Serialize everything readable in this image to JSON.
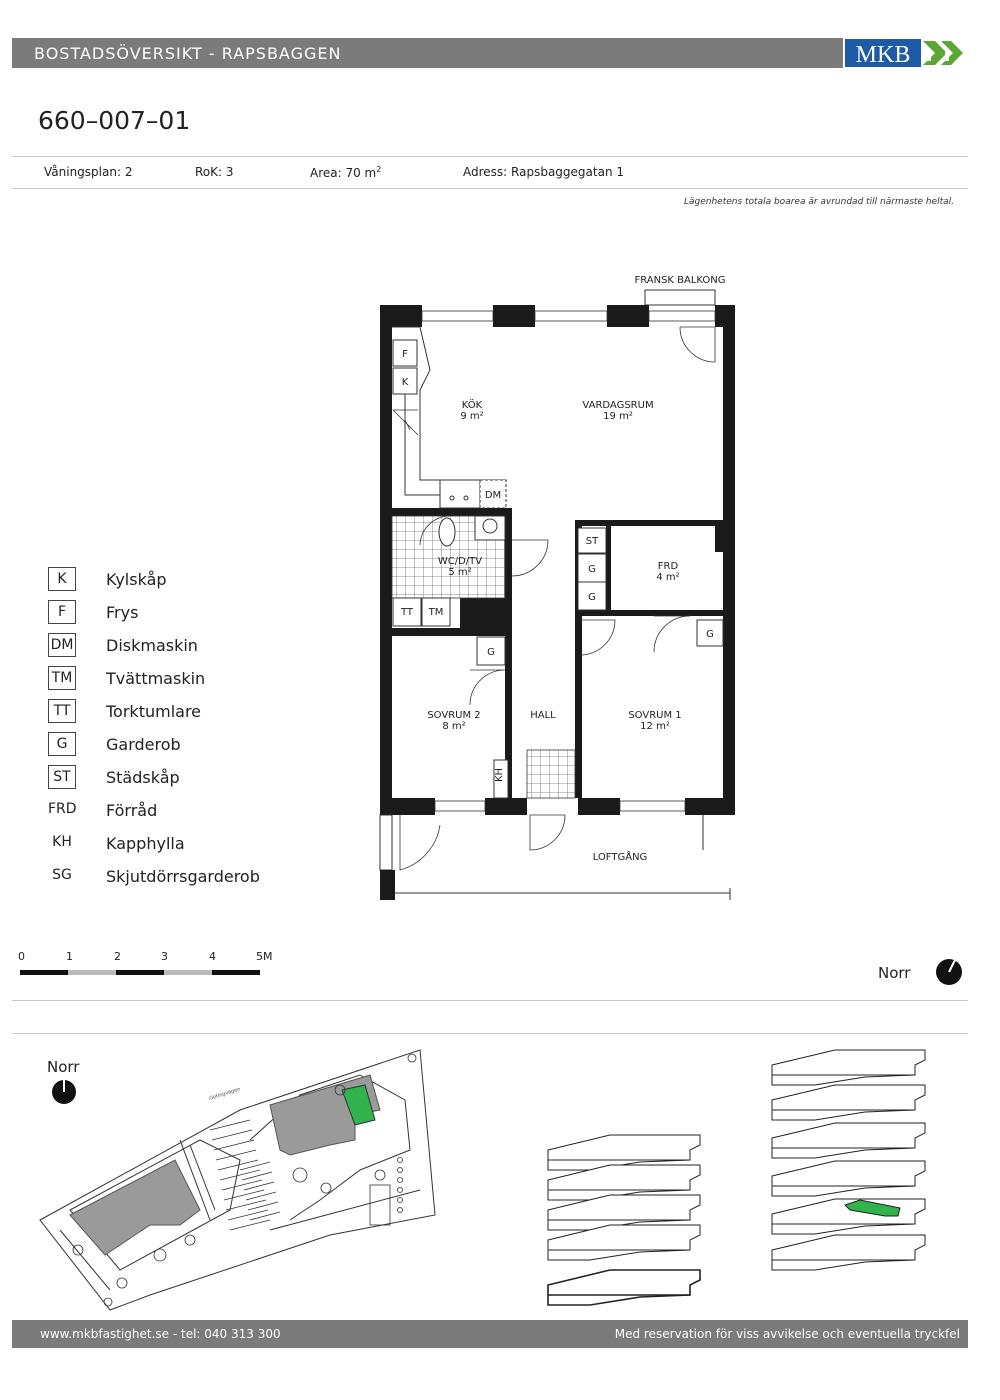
{
  "header": {
    "title": "BOSTADSÖVERSIKT - RAPSBAGGEN",
    "logo_text": "MKB",
    "logo_color": "#1f5aa6",
    "logo_accent": "#5aa832"
  },
  "apartment": {
    "id": "660–007–01",
    "floor_label": "Våningsplan: 2",
    "rok_label": "RoK: 3",
    "area_label": "Area:  70 m",
    "area_sup": "2",
    "address_label": "Adress: Rapsbaggegatan 1",
    "note": "Lägenhetens totala boarea är avrundad till närmaste heltal."
  },
  "floorplan": {
    "balcony_label": "FRANSK BALKONG",
    "corridor_label": "LOFTGÅNG",
    "rooms": {
      "kitchen": {
        "name": "KÖK",
        "area": "9 m²"
      },
      "living": {
        "name": "VARDAGSRUM",
        "area": "19 m²"
      },
      "bath": {
        "name": "WC/D/TV",
        "area": "5 m²"
      },
      "storage": {
        "name": "FRD",
        "area": "4 m²"
      },
      "bed2": {
        "name": "SOVRUM 2",
        "area": "8 m²"
      },
      "hall": {
        "name": "HALL"
      },
      "bed1": {
        "name": "SOVRUM 1",
        "area": "12 m²"
      }
    },
    "fixtures": {
      "f": "F",
      "k": "K",
      "dm": "DM",
      "st": "ST",
      "g": "G",
      "tt": "TT",
      "tm": "TM",
      "kh": "KH"
    }
  },
  "legend": [
    {
      "code": "K",
      "label": "Kylskåp",
      "boxed": true
    },
    {
      "code": "F",
      "label": "Frys",
      "boxed": true
    },
    {
      "code": "DM",
      "label": "Diskmaskin",
      "boxed": true
    },
    {
      "code": "TM",
      "label": "Tvättmaskin",
      "boxed": true
    },
    {
      "code": "TT",
      "label": "Torktumlare",
      "boxed": true
    },
    {
      "code": "G",
      "label": "Garderob",
      "boxed": true
    },
    {
      "code": "ST",
      "label": "Städskåp",
      "boxed": true
    },
    {
      "code": "FRD",
      "label": "Förråd",
      "boxed": false
    },
    {
      "code": "KH",
      "label": "Kapphylla",
      "boxed": false
    },
    {
      "code": "SG",
      "label": "Skjutdörrsgarderob",
      "boxed": false
    }
  ],
  "scale": {
    "marks": [
      "0",
      "1",
      "2",
      "3",
      "4",
      "5M"
    ]
  },
  "north": {
    "label_main": "Norr",
    "label_site": "Norr"
  },
  "siteplan": {
    "street_label": "Getingvägen",
    "highlight_color": "#2fb34a"
  },
  "footer": {
    "left": "www.mkbfastighet.se - tel: 040 313 300",
    "right": "Med reservation för viss avvikelse och eventuella tryckfel"
  }
}
